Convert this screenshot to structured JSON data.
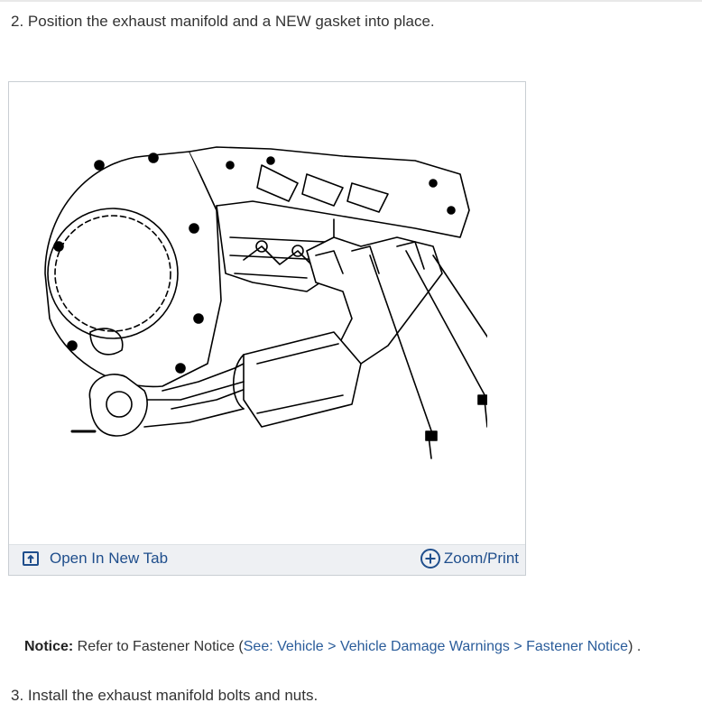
{
  "step2": {
    "text": "2. Position the exhaust manifold and a NEW gasket into place."
  },
  "figure": {
    "open_tab_label": "Open In New Tab",
    "zoom_label": "Zoom/Print",
    "open_tab_icon": "open-new-tab-icon",
    "zoom_icon": "plus-circle-icon",
    "link_color": "#1f4e8c",
    "footer_bg": "#eef0f3"
  },
  "notice": {
    "label": "Notice:",
    "prefix": " Refer to Fastener Notice (",
    "link_text": "See: Vehicle > Vehicle Damage Warnings > Fastener Notice",
    "suffix": ") ."
  },
  "step3": {
    "text": "3. Install the exhaust manifold bolts and nuts."
  }
}
